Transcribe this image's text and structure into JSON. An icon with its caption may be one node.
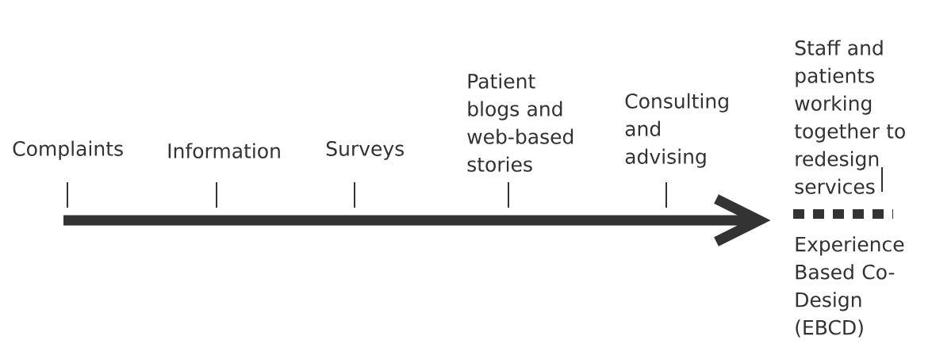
{
  "diagram": {
    "labels": [
      "Complaints",
      "Information",
      "Surveys",
      "Patient blogs and web-based stories",
      "Consulting and advising",
      "Staff and patients working together to redesign services",
      "Experience Based Co-Design (EBCD)"
    ]
  }
}
